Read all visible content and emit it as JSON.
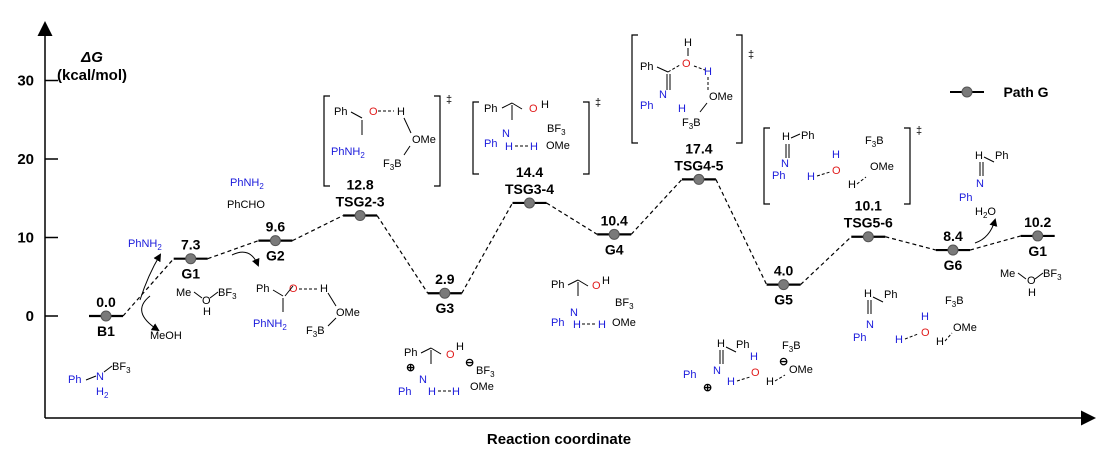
{
  "chart_data": {
    "type": "line",
    "ylabel": [
      "ΔG",
      "(kcal/mol)"
    ],
    "xlabel": "Reaction coordinate",
    "y_ticks": [
      0,
      10,
      20,
      30
    ],
    "ylim": [
      -13,
      39
    ],
    "legend": {
      "entry": "Path G",
      "position": "top-right"
    },
    "series": [
      {
        "name": "Path G",
        "points": [
          {
            "x": 0,
            "y": 0.0,
            "value": "0.0",
            "label": "B1",
            "label_pos": "below"
          },
          {
            "x": 1,
            "y": 7.3,
            "value": "7.3",
            "label": "G1",
            "label_pos": "below"
          },
          {
            "x": 2,
            "y": 9.6,
            "value": "9.6",
            "label": "G2",
            "label_pos": "below"
          },
          {
            "x": 3,
            "y": 12.8,
            "value": "12.8",
            "label": "TSG2-3",
            "label_pos": "above"
          },
          {
            "x": 4,
            "y": 2.9,
            "value": "2.9",
            "label": "G3",
            "label_pos": "below"
          },
          {
            "x": 5,
            "y": 14.4,
            "value": "14.4",
            "label": "TSG3-4",
            "label_pos": "above"
          },
          {
            "x": 6,
            "y": 10.4,
            "value": "10.4",
            "label": "G4",
            "label_pos": "below"
          },
          {
            "x": 7,
            "y": 17.4,
            "value": "17.4",
            "label": "TSG4-5",
            "label_pos": "above"
          },
          {
            "x": 8,
            "y": 4.0,
            "value": "4.0",
            "label": "G5",
            "label_pos": "below"
          },
          {
            "x": 9,
            "y": 10.1,
            "value": "10.1",
            "label": "TSG5-6",
            "label_pos": "above"
          },
          {
            "x": 10,
            "y": 8.4,
            "value": "8.4",
            "label": "G6",
            "label_pos": "below"
          },
          {
            "x": 11,
            "y": 10.2,
            "value": "10.2",
            "label": "G1",
            "label_pos": "below"
          }
        ]
      }
    ],
    "annotations": {
      "reagent_in_1": "PhNH2",
      "reagent_out_1": "MeOH",
      "reagent_in_2a": "PhNH2",
      "reagent_in_2b": "PhCHO",
      "product_out": "H2O"
    }
  }
}
